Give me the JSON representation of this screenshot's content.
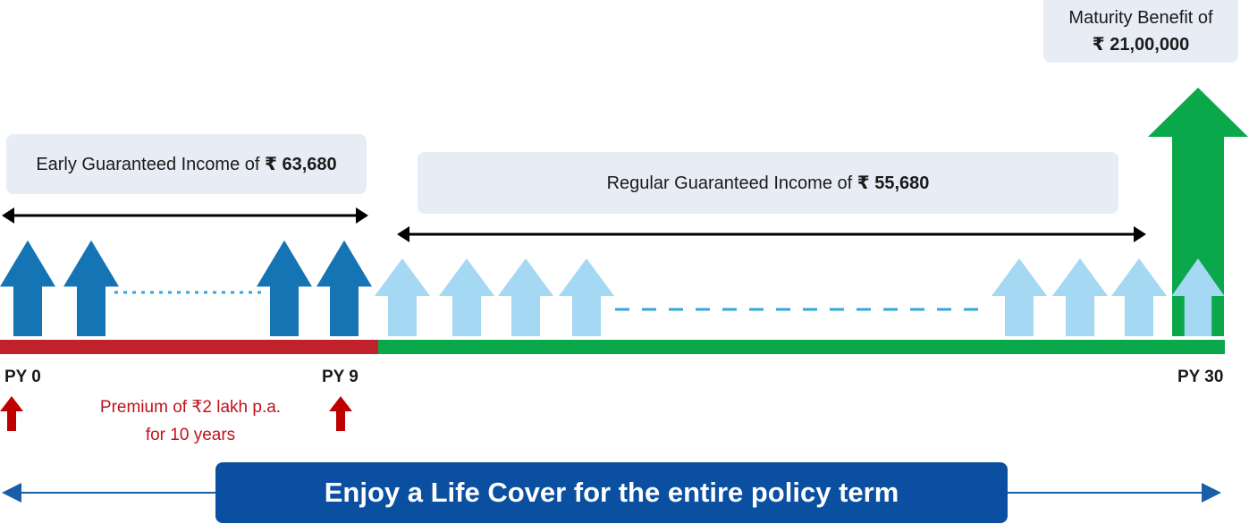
{
  "early_income": {
    "label": "Early Guaranteed Income of ",
    "amount": "₹ 63,680"
  },
  "regular_income": {
    "label": "Regular Guaranteed Income of ",
    "amount": "₹ 55,680"
  },
  "maturity": {
    "label": "Maturity Benefit of",
    "amount": "₹ 21,00,000"
  },
  "timeline": {
    "start": "PY 0",
    "mid": "PY 9",
    "end": "PY 30"
  },
  "premium": {
    "line1": "Premium of ₹2 lakh p.a.",
    "line2": "for 10 years"
  },
  "banner": {
    "text": "Enjoy a Life Cover for the entire policy term"
  },
  "colors": {
    "early_arrow": "#1474b4",
    "regular_arrow": "#a5d8f3",
    "maturity_arrow": "#0aa84a",
    "premium_bar": "#c0212a",
    "policy_bar": "#0aa84a",
    "premium_arrow": "#c00000",
    "banner": "#0a4fa0",
    "cover_arrow": "#1a5ea8"
  },
  "icons": [
    "up-arrow-icon",
    "double-headed-arrow-icon",
    "dotted-continuation-line",
    "dashed-continuation-line"
  ]
}
